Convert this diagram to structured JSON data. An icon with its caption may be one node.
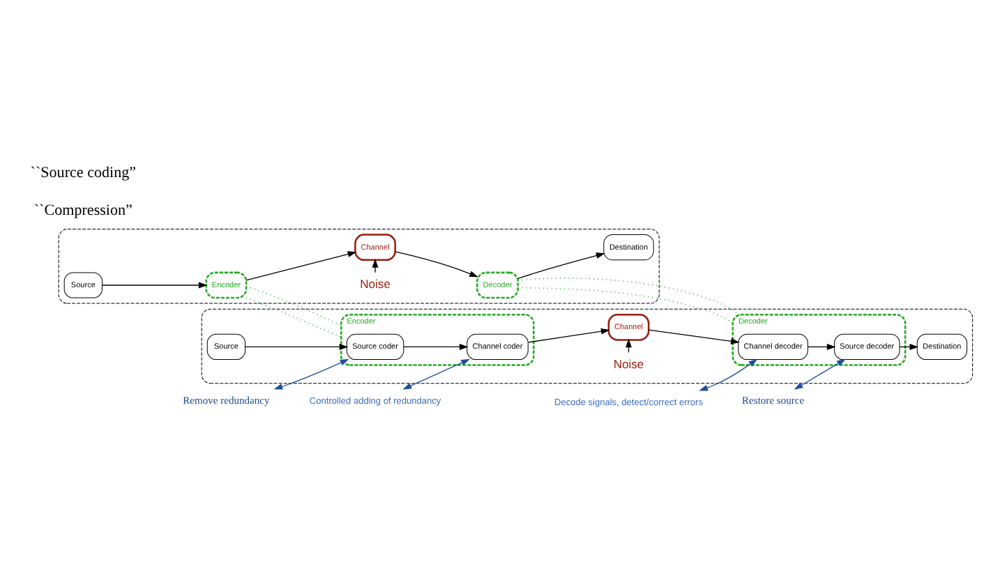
{
  "diagram": {
    "nodes": [
      {
        "text": [],
        "shape": "box"
      },
      {
        "text": [
          "Source"
        ],
        "in": 0
      },
      {
        "text": [
          "Encoder"
        ],
        "in": 0
      },
      {
        "text": [
          "Noise"
        ],
        "in": 0
      },
      {
        "text": [
          "Channel"
        ],
        "in": 0
      },
      {
        "text": [
          "Decoder"
        ],
        "in": 0
      },
      {
        "text": [
          "Destination"
        ],
        "in": 0
      },
      {
        "text": [],
        "shape": "box"
      },
      {
        "text": [
          "Source"
        ],
        "in": 7
      },
      {
        "text": [
          "Encoder"
        ],
        "in": 7
      },
      {
        "text": [
          "Source coder"
        ],
        "in": 9
      },
      {
        "text": [
          "Channel coder"
        ],
        "in": 9
      },
      {
        "text": [
          "Noise"
        ],
        "in": 7
      },
      {
        "text": [
          "Channel"
        ],
        "in": 7
      },
      {
        "text": [
          "Decoder"
        ],
        "in": 7
      },
      {
        "text": [
          "Channel decoder"
        ],
        "in": 14
      },
      {
        "text": [
          "Source decoder"
        ],
        "in": 14
      },
      {
        "text": [
          "Destination"
        ],
        "in": 7
      },
      {
        "text": [
          "Remove redundancy"
        ]
      },
      {
        "text": [
          "Controlled adding of redundancy"
        ]
      },
      {
        "text": [
          "Decode signals, detect/correct errors"
        ]
      },
      {
        "text": [
          "Restore source"
        ]
      }
    ],
    "edges": [
      {
        "from": 1,
        "to": 2,
        "arrow": "to"
      },
      {
        "from": 2,
        "to": 4,
        "arrow": "to"
      },
      {
        "from": 3,
        "to": 4,
        "arrow": "to"
      },
      {
        "from": 4,
        "to": 5,
        "arrow": "to"
      },
      {
        "from": 5,
        "to": 6,
        "arrow": "to"
      },
      {
        "from": 8,
        "to": 10,
        "arrow": "to"
      },
      {
        "from": 10,
        "to": 11,
        "arrow": "to"
      },
      {
        "from": 11,
        "to": 13,
        "arrow": "to"
      },
      {
        "from": 12,
        "to": 13,
        "arrow": "to"
      },
      {
        "from": 13,
        "to": 15,
        "arrow": "to"
      },
      {
        "from": 15,
        "to": 16,
        "arrow": "to"
      },
      {
        "from": 16,
        "to": 17,
        "arrow": "to"
      },
      {
        "from": 2,
        "to": 9,
        "arrow": "none",
        "style": "dashed",
        "color": "#22aa22"
      },
      {
        "from": 2,
        "to": 9,
        "arrow": "none",
        "style": "dashed",
        "color": "#22aa22"
      },
      {
        "from": 5,
        "to": 14,
        "arrow": "none",
        "style": "dashed",
        "color": "#22aa22"
      },
      {
        "from": 5,
        "to": 14,
        "arrow": "none",
        "style": "dashed",
        "color": "#22aa22"
      },
      {
        "from": 18,
        "to": 10,
        "arrow": "both",
        "color": "#1f4e9c"
      },
      {
        "from": 19,
        "to": 11,
        "arrow": "both",
        "color": "#1f4e9c"
      },
      {
        "from": 20,
        "to": 15,
        "arrow": "both",
        "color": "#1f4e9c"
      },
      {
        "from": 21,
        "to": 16,
        "arrow": "both",
        "color": "#1f4e9c"
      }
    ],
    "labels": [
      "``Compression”",
      "``Source coding”"
    ]
  }
}
